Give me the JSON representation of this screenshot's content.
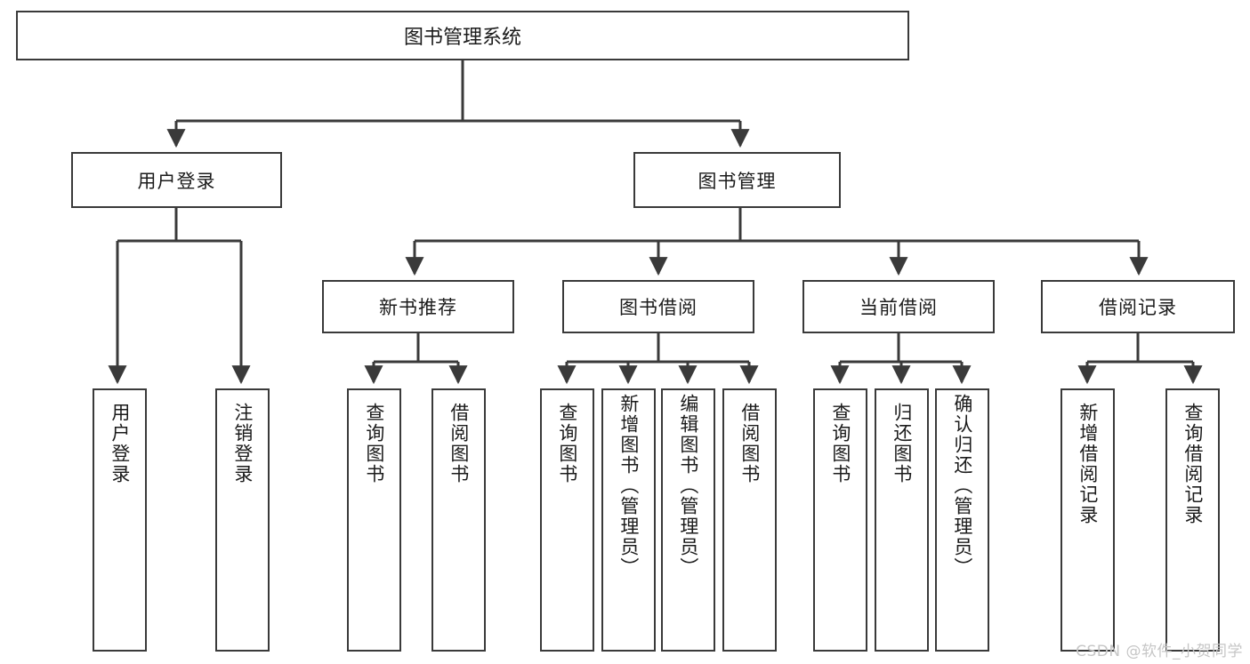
{
  "diagram": {
    "type": "tree-hierarchy",
    "title": "图书管理系统",
    "watermark": "CSDN @软件_小贺同学",
    "colors": {
      "stroke": "#3a3a3a",
      "text": "#1b1b1b",
      "background": "#ffffff",
      "watermark": "#c6c6c6"
    },
    "root": {
      "label": "图书管理系统"
    },
    "level2": [
      {
        "label": "用户登录"
      },
      {
        "label": "图书管理"
      }
    ],
    "level3": [
      {
        "label": "新书推荐"
      },
      {
        "label": "图书借阅"
      },
      {
        "label": "当前借阅"
      },
      {
        "label": "借阅记录"
      }
    ],
    "leaves": {
      "user_login": [
        {
          "label": "用户登录"
        },
        {
          "label": "注销登录"
        }
      ],
      "new_book": [
        {
          "label": "查询图书"
        },
        {
          "label": "借阅图书"
        }
      ],
      "borrow_book": [
        {
          "label": "查询图书"
        },
        {
          "label": "新增图书（管理员）"
        },
        {
          "label": "编辑图书（管理员）"
        },
        {
          "label": "借阅图书"
        }
      ],
      "current_borrow": [
        {
          "label": "查询图书"
        },
        {
          "label": "归还图书"
        },
        {
          "label": "确认归还（管理员）"
        }
      ],
      "borrow_record": [
        {
          "label": "新增借阅记录"
        },
        {
          "label": "查询借阅记录"
        }
      ]
    }
  }
}
